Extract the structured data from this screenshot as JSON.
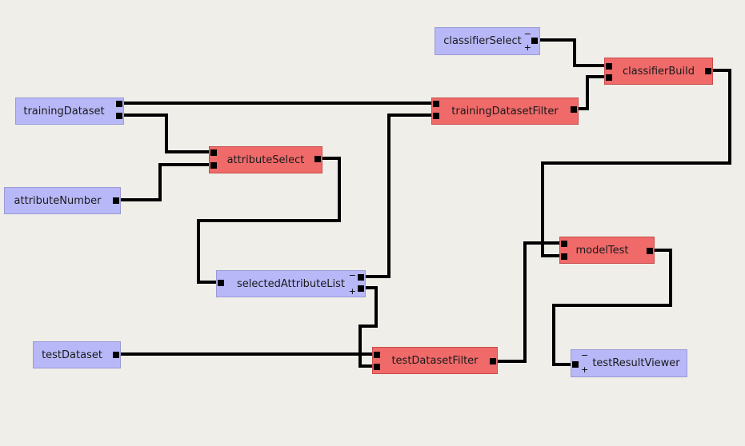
{
  "nodes": {
    "classifierSelect": {
      "label": "classifierSelect",
      "minus": "−",
      "plus": "+"
    },
    "classifierBuild": {
      "label": "classifierBuild"
    },
    "trainingDataset": {
      "label": "trainingDataset"
    },
    "trainingDatasetFilter": {
      "label": "trainingDatasetFilter"
    },
    "attributeSelect": {
      "label": "attributeSelect"
    },
    "attributeNumber": {
      "label": "attributeNumber"
    },
    "selectedAttributeList": {
      "label": "selectedAttributeList",
      "minus": "−",
      "plus": "+"
    },
    "modelTest": {
      "label": "modelTest"
    },
    "testDataset": {
      "label": "testDataset"
    },
    "testDatasetFilter": {
      "label": "testDatasetFilter"
    },
    "testResultViewer": {
      "label": "testResultViewer",
      "minus": "−",
      "plus": "+"
    }
  },
  "colors": {
    "source": "#b8b8f8",
    "process": "#f06a6a",
    "wire": "#000000",
    "background": "#efeee8"
  }
}
